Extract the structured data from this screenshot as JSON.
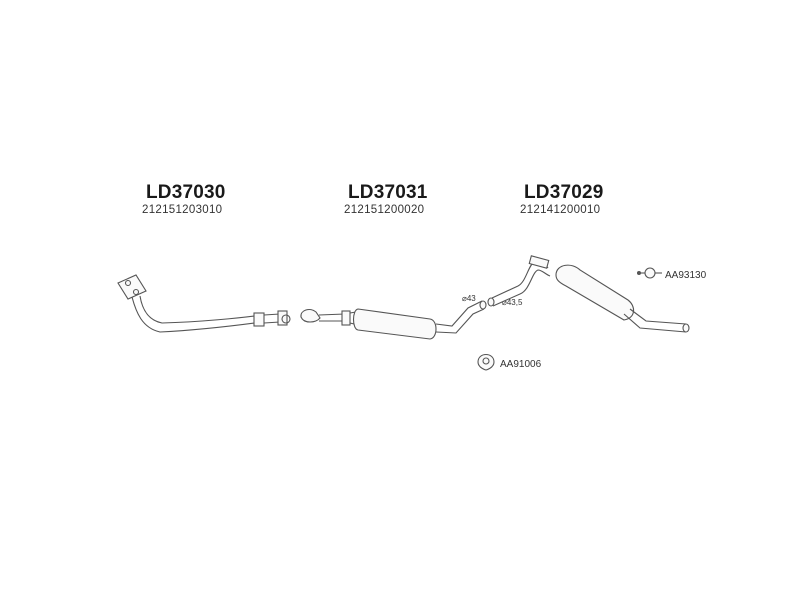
{
  "parts": [
    {
      "code": "LD37030",
      "oem": "212151203010"
    },
    {
      "code": "LD37031",
      "oem": "212151200020"
    },
    {
      "code": "LD37029",
      "oem": "212141200010"
    }
  ],
  "accessories": {
    "clamp": "AA93130",
    "gasket": "AA91006"
  },
  "diameters": {
    "d1": "⌀43",
    "d2": "⌀43,5"
  },
  "colors": {
    "line": "#555555",
    "text": "#1a1a1a"
  }
}
